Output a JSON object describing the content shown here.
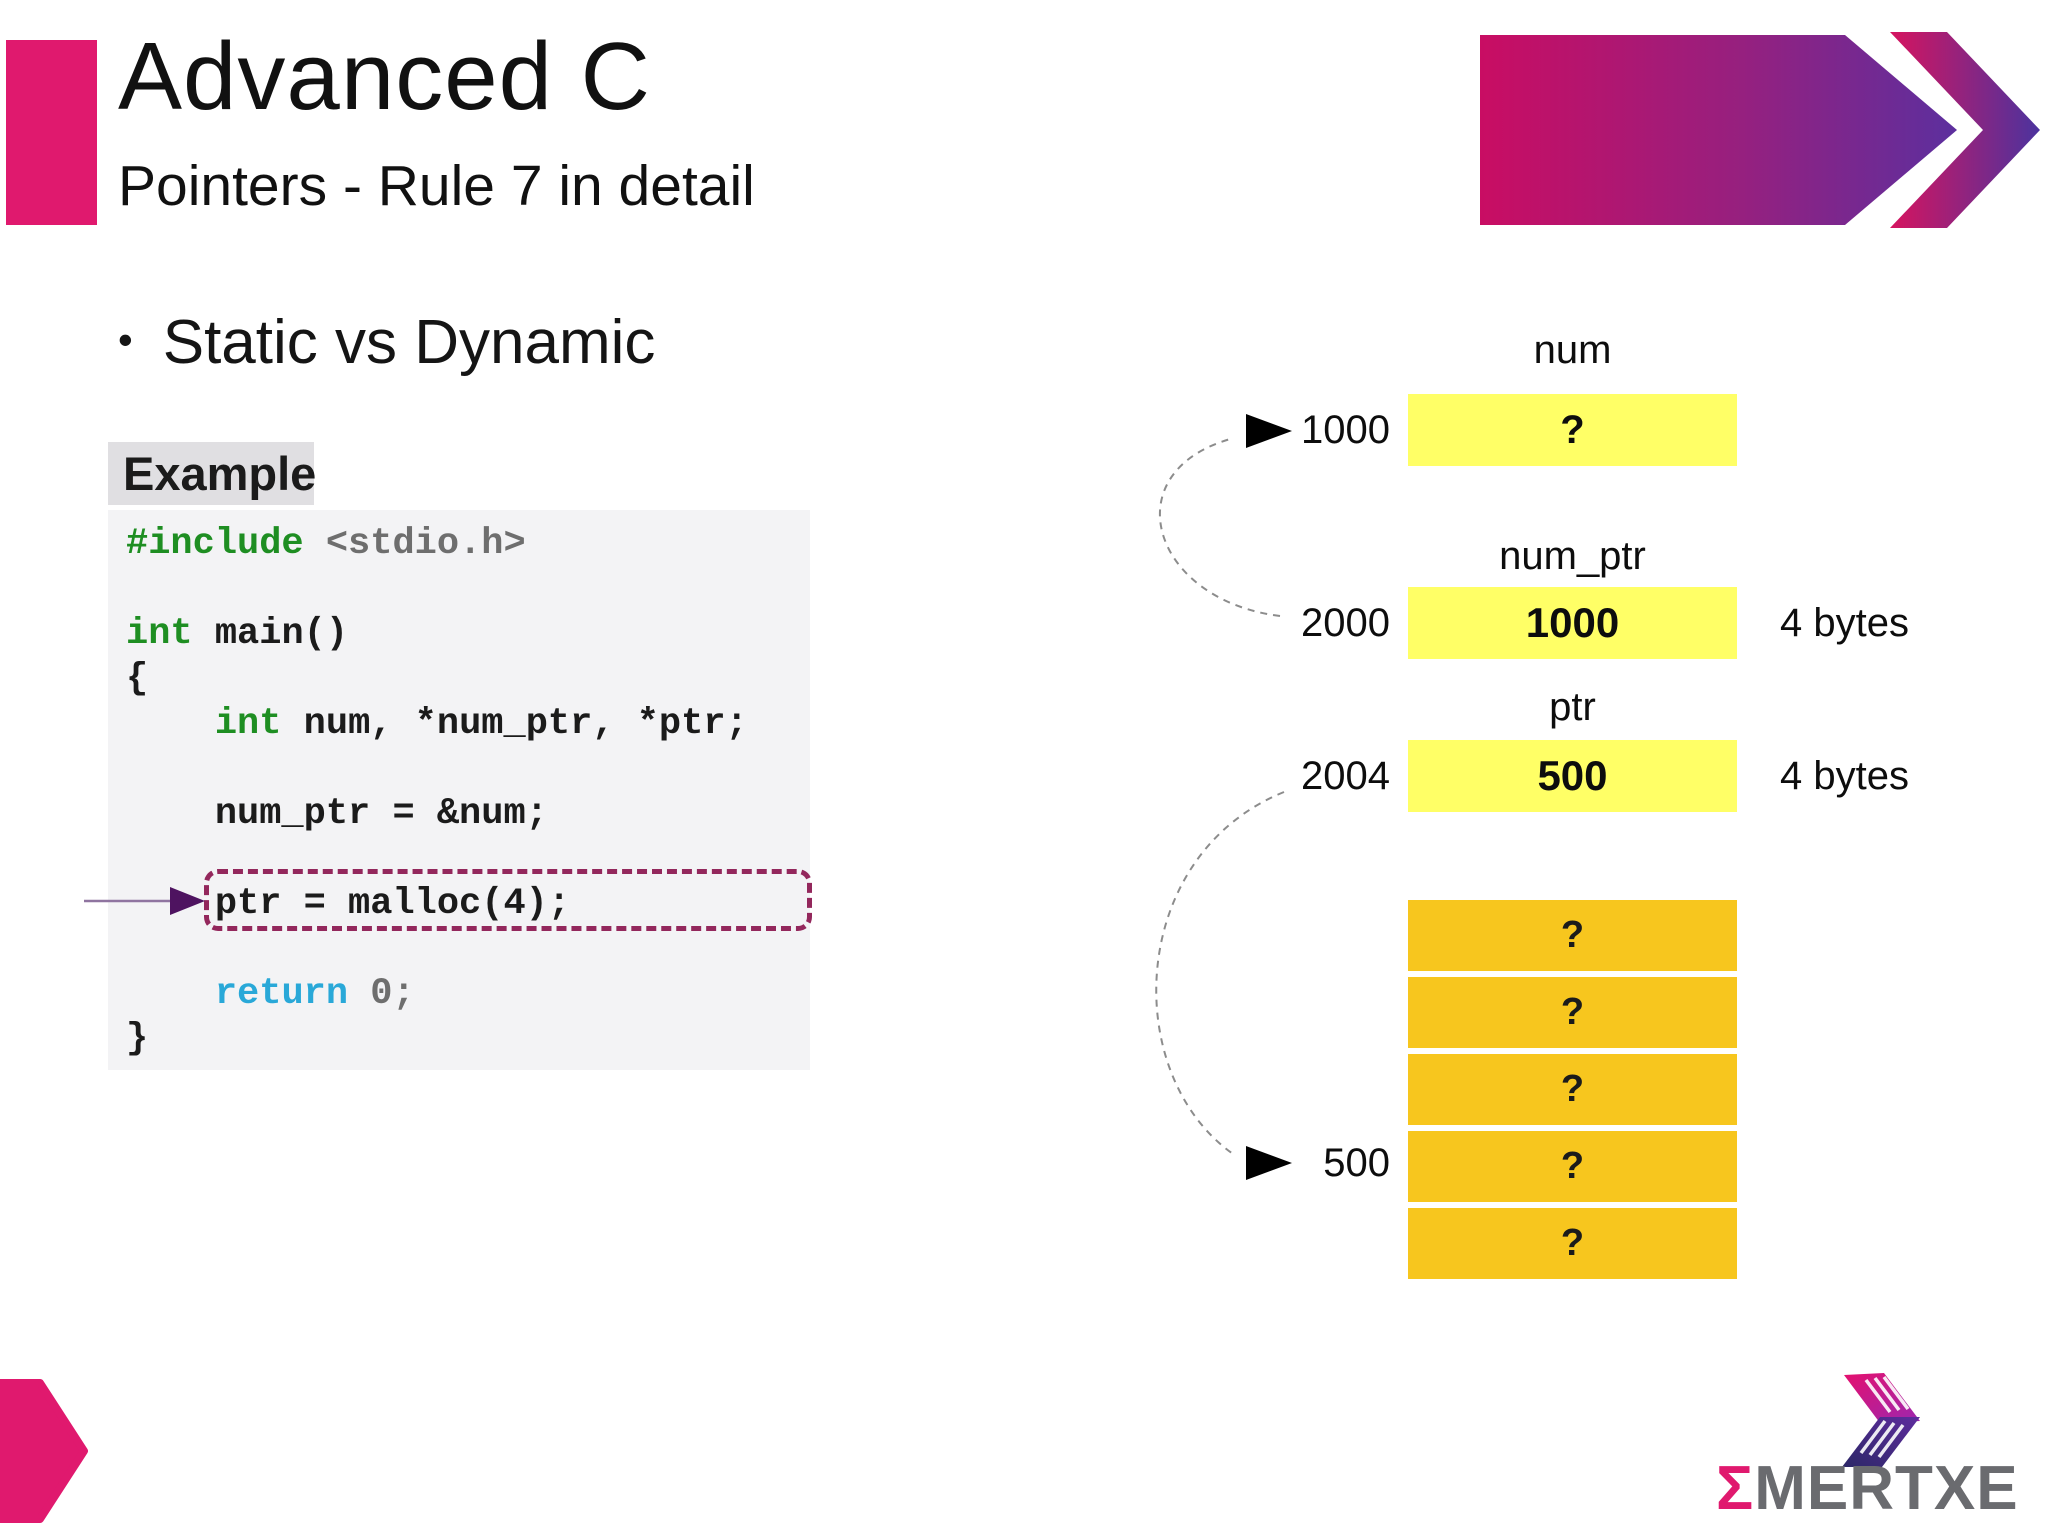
{
  "slide": {
    "title": "Advanced C",
    "subtitle": "Pointers - Rule 7 in detail",
    "bullet_glyph": "•",
    "bullet": "Static vs Dynamic",
    "example_label": "Example"
  },
  "code": {
    "lines": [
      {
        "segments": [
          {
            "text": "#include",
            "color": "green"
          },
          {
            "text": " <stdio.h>",
            "color": "gray"
          }
        ]
      },
      {
        "segments": []
      },
      {
        "segments": [
          {
            "text": "int",
            "color": "green"
          },
          {
            "text": " main()",
            "color": "black"
          }
        ]
      },
      {
        "segments": [
          {
            "text": "{",
            "color": "black"
          }
        ]
      },
      {
        "segments": [
          {
            "text": "    ",
            "color": "black"
          },
          {
            "text": "int",
            "color": "green"
          },
          {
            "text": " num, *num_ptr, *ptr;",
            "color": "black"
          }
        ]
      },
      {
        "segments": []
      },
      {
        "segments": [
          {
            "text": "    num_ptr = &num;",
            "color": "black"
          }
        ]
      },
      {
        "segments": []
      },
      {
        "segments": [
          {
            "text": "    ptr = malloc(4);",
            "color": "black"
          }
        ]
      },
      {
        "segments": []
      },
      {
        "segments": [
          {
            "text": "    ",
            "color": "black"
          },
          {
            "text": "return",
            "color": "cyan"
          },
          {
            "text": " 0;",
            "color": "gray"
          }
        ]
      },
      {
        "segments": [
          {
            "text": "}",
            "color": "black"
          }
        ]
      }
    ],
    "highlighted_statement": "ptr = malloc(4);"
  },
  "diagram": {
    "vars": [
      {
        "name": "num",
        "address": "1000",
        "value": "?",
        "size": ""
      },
      {
        "name": "num_ptr",
        "address": "2000",
        "value": "1000",
        "size": "4 bytes"
      },
      {
        "name": "ptr",
        "address": "2004",
        "value": "500",
        "size": "4 bytes"
      }
    ],
    "heap": {
      "address": "500",
      "cells": [
        "?",
        "?",
        "?",
        "?",
        "?"
      ]
    }
  },
  "logo": {
    "sigma": "Σ",
    "name": "MERTXE"
  },
  "colors": {
    "pink": "#E0196E",
    "magenta": "#C90D63",
    "purple": "#5C2F9E",
    "yellow": "#FFFF66",
    "orange": "#F7C61E",
    "code_bg": "#F3F3F5",
    "label_bg": "#E0DFE2",
    "green": "#1E8E22",
    "cyan": "#29A8D8",
    "gray": "#6E6E6E",
    "ink": "#151515",
    "dashed_border": "#93275C",
    "arrow_head": "#4E1360",
    "arrow_line": "#8F74A0",
    "curve": "#8C8C8C",
    "logo_gray": "#6A6B6F"
  }
}
